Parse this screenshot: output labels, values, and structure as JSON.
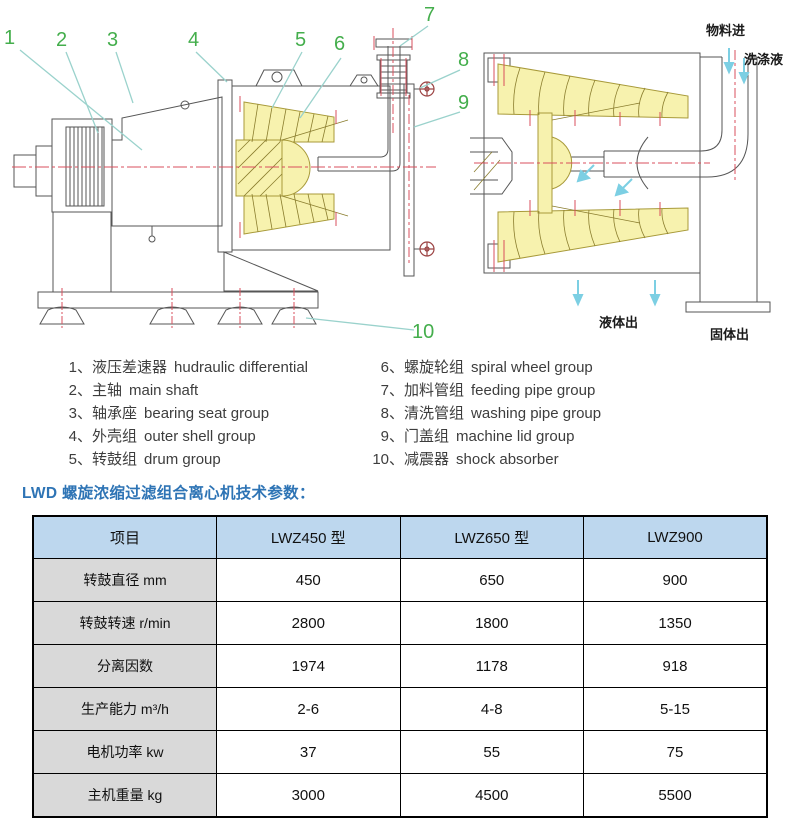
{
  "diagram_left": {
    "callouts": [
      "1",
      "2",
      "3",
      "4",
      "5",
      "6",
      "7",
      "8",
      "9",
      "10"
    ]
  },
  "diagram_right": {
    "material_in": "物料进",
    "washing_liquid": "洗涤液",
    "liquid_out": "液体出",
    "solid_out": "固体出"
  },
  "legend": {
    "left": [
      {
        "num": "1、",
        "zh": "液压差速器",
        "en": "hudraulic differential"
      },
      {
        "num": "2、",
        "zh": "主轴",
        "en": "main shaft"
      },
      {
        "num": "3、",
        "zh": "轴承座",
        "en": "bearing seat group"
      },
      {
        "num": "4、",
        "zh": "外壳组",
        "en": "outer shell group"
      },
      {
        "num": "5、",
        "zh": "转鼓组",
        "en": "drum group"
      }
    ],
    "right": [
      {
        "num": "6、",
        "zh": "螺旋轮组",
        "en": "spiral wheel group"
      },
      {
        "num": "7、",
        "zh": "加料管组",
        "en": "feeding pipe group"
      },
      {
        "num": "8、",
        "zh": "清洗管组",
        "en": "washing pipe group"
      },
      {
        "num": "9、",
        "zh": "门盖组",
        "en": "machine lid group"
      },
      {
        "num": "10、",
        "zh": "减震器",
        "en": "shock absorber"
      }
    ]
  },
  "heading": "LWD 螺旋浓缩过滤组合离心机技术参数：",
  "table": {
    "headers": [
      "项目",
      "LWZ450 型",
      "LWZ650 型",
      "LWZ900"
    ],
    "rows": [
      {
        "label": "转鼓直径 mm",
        "values": [
          "450",
          "650",
          "900"
        ]
      },
      {
        "label": "转鼓转速 r/min",
        "values": [
          "2800",
          "1800",
          "1350"
        ]
      },
      {
        "label": "分离因数",
        "values": [
          "1974",
          "1178",
          "918"
        ]
      },
      {
        "label": "生产能力 m³/h",
        "values": [
          "2-6",
          "4-8",
          "5-15"
        ]
      },
      {
        "label": "电机功率 kw",
        "values": [
          "37",
          "55",
          "75"
        ]
      },
      {
        "label": "主机重量 kg",
        "values": [
          "3000",
          "4500",
          "5500"
        ]
      }
    ]
  },
  "colors": {
    "heading_blue": "#2E74B5",
    "table_header_bg": "#BDD7EE",
    "table_label_bg": "#D9D9D9",
    "callout_green": "#44ae4c",
    "leader_line": "#9ad2cc",
    "centerline_red": "#d94f5c",
    "part_fill_yellow": "#f7f2ae",
    "arrow_cyan": "#7ccfe3"
  }
}
